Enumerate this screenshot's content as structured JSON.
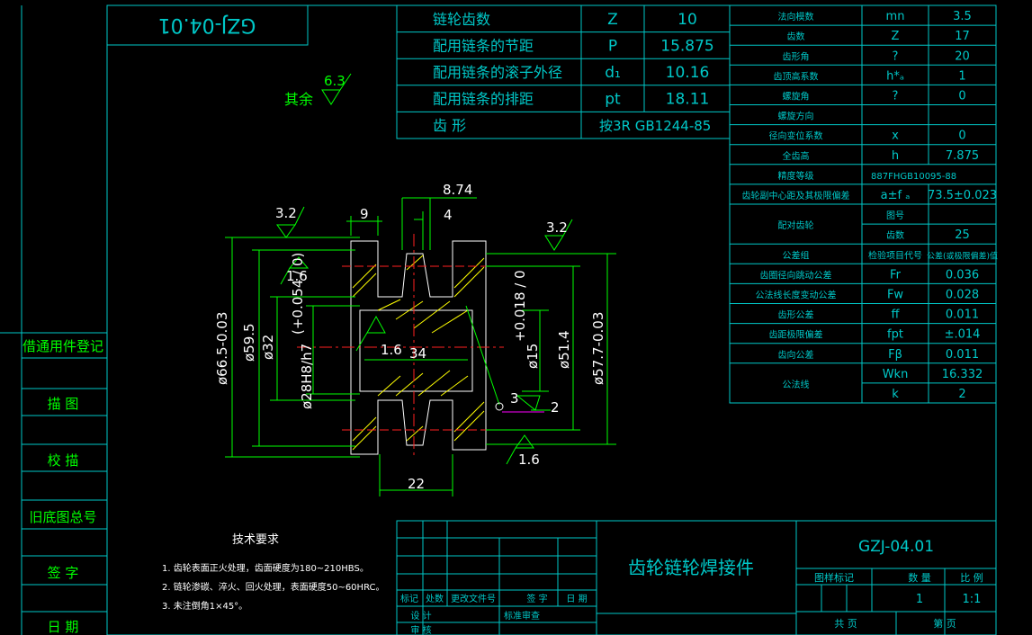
{
  "drawing_number": "GZJ-04.01",
  "drawing_number_flipped": "GZJ-04.01",
  "part_name": "齿轮链轮焊接件",
  "left_panel": [
    "借通用件登记",
    "描 图",
    "校 描",
    "旧底图总号",
    "签 字",
    "日 期"
  ],
  "sprocket_table": [
    {
      "name": "链轮齿数",
      "sym": "Z",
      "val": "10"
    },
    {
      "name": "配用链条的节距",
      "sym": "P",
      "val": "15.875"
    },
    {
      "name": "配用链条的滚子外径",
      "sym": "d₁",
      "val": "10.16"
    },
    {
      "name": "配用链条的排距",
      "sym": "pt",
      "val": "18.11"
    },
    {
      "name": "齿 形",
      "sym": "按3R GB1244-85",
      "val": ""
    }
  ],
  "gear_table": [
    {
      "name": "法向模数",
      "sym": "mn",
      "val": "3.5"
    },
    {
      "name": "齿数",
      "sym": "Z",
      "val": "17"
    },
    {
      "name": "齿形角",
      "sym": "?",
      "val": "20"
    },
    {
      "name": "齿顶高系数",
      "sym": "h*ₐ",
      "val": "1"
    },
    {
      "name": "螺旋角",
      "sym": "?",
      "val": "0"
    },
    {
      "name": "螺旋方向",
      "sym": "",
      "val": ""
    },
    {
      "name": "径向变位系数",
      "sym": "x",
      "val": "0"
    },
    {
      "name": "全齿高",
      "sym": "h",
      "val": "7.875"
    },
    {
      "name": "精度等级",
      "sym": "887FHGB10095-88",
      "val": ""
    },
    {
      "name": "齿轮副中心距及其极限偏差",
      "sym": "a±f ₐ",
      "val": "73.5±0.023"
    },
    {
      "name": "配对齿轮",
      "sym": "图号",
      "val": ""
    },
    {
      "name": "",
      "sym": "齿数",
      "val": "25"
    },
    {
      "name": "公差组",
      "sym": "检验项目代号",
      "val": "公差(或极限偏差)值"
    },
    {
      "name": "齿圈径向跳动公差",
      "sym": "Fr",
      "val": "0.036"
    },
    {
      "name": "公法线长度变动公差",
      "sym": "Fw",
      "val": "0.028"
    },
    {
      "name": "齿形公差",
      "sym": "ff",
      "val": "0.011"
    },
    {
      "name": "齿距极限偏差",
      "sym": "fpt",
      "val": "±.014"
    },
    {
      "name": "齿向公差",
      "sym": "Fβ",
      "val": "0.011"
    },
    {
      "name": "公法线",
      "sym": "Wkn",
      "val": "16.332"
    },
    {
      "name": "",
      "sym": "k",
      "val": "2"
    }
  ],
  "surface_note": {
    "label": "其余",
    "roughness": "6.3"
  },
  "tech_req": {
    "title": "技术要求",
    "items": [
      "1. 齿轮表面正火处理，齿面硬度为180~210HBS。",
      "2. 链轮渗碳、淬火、回火处理，表面硬度50~60HRC。",
      "3. 未注倒角1×45°。"
    ]
  },
  "dimensions": {
    "d1": "8.74",
    "d2": "9",
    "d3": "4",
    "d4": "34",
    "d5": "22",
    "od1": "ø66.5-0.03",
    "od2": "ø59.5",
    "od3": "ø32",
    "od4": "ø28H8/h7",
    "od4_tol": "(+0.054 / 0)",
    "od5": "ø15",
    "od5_tol": "+0.018 / 0",
    "od6": "ø51.4",
    "od7": "ø57.7-0.03",
    "r1": "3.2",
    "r2": "3.2",
    "r3": "1.6",
    "r4": "1.6",
    "r5": "1.6",
    "r6": "3",
    "r7": "2"
  },
  "title_block": {
    "h1": "标记",
    "h2": "处数",
    "h3": "更改文件号",
    "h4": "签 字",
    "h5": "日 期",
    "r1": "设 计",
    "r2": "标准审查",
    "r3": "审 核",
    "c1": "图样标记",
    "c2": "数 量",
    "c3": "比 例",
    "qty": "1",
    "scale": "1:1",
    "sheet_total": "共 页",
    "sheet_no": "第 页"
  }
}
